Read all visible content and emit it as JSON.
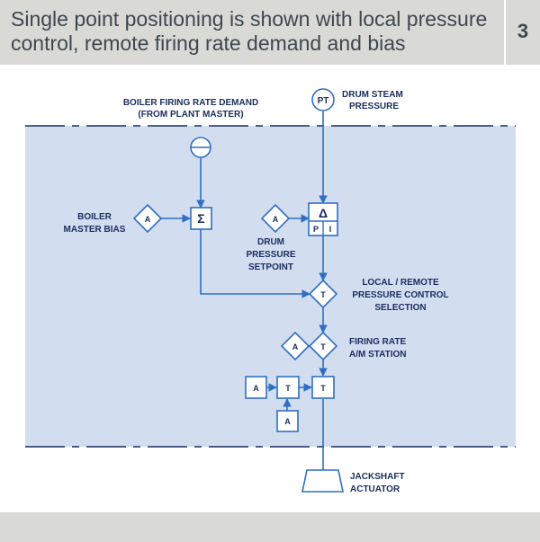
{
  "header": {
    "title": "Single point positioning is shown with local pressure control, remote firing rate demand and bias",
    "figure_number": "3"
  },
  "colors": {
    "header_bg": "#d9dad5",
    "panel_bg": "#d3ddf0",
    "line": "#2f6fc0",
    "text": "#1a2d5c"
  },
  "diagram": {
    "firing_demand_label_1": "BOILER FIRING RATE DEMAND",
    "firing_demand_label_2": "(FROM PLANT MASTER)",
    "pt_label": "PT",
    "drum_steam_1": "DRUM STEAM",
    "drum_steam_2": "PRESSURE",
    "boiler_bias_1": "BOILER",
    "boiler_bias_2": "MASTER BIAS",
    "a_label": "A",
    "sigma": "Σ",
    "delta": "Δ",
    "p_label": "P",
    "i_label": "I",
    "setpoint_1": "DRUM",
    "setpoint_2": "PRESSURE",
    "setpoint_3": "SETPOINT",
    "t_label": "T",
    "selection_1": "LOCAL / REMOTE",
    "selection_2": "PRESSURE CONTROL",
    "selection_3": "SELECTION",
    "am_station_1": "FIRING RATE",
    "am_station_2": "A/M STATION",
    "actuator_1": "JACKSHAFT",
    "actuator_2": "ACTUATOR"
  }
}
